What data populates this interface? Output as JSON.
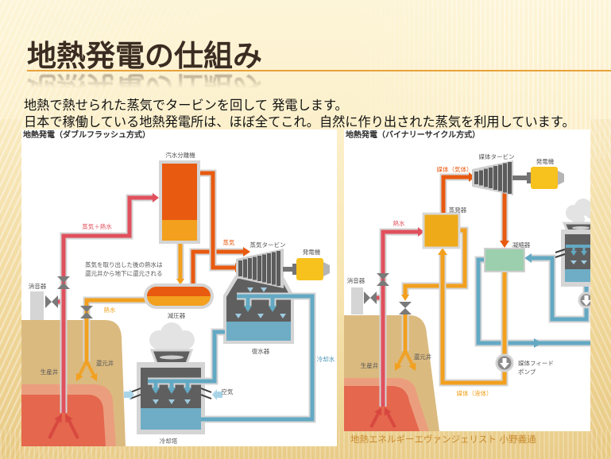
{
  "slide": {
    "title": "地熱発電の仕組み",
    "body_lines": [
      "地熱で熱せられた蒸気でタービンを回して 発電します。",
      "日本で稼働している地熱発電所は、ほぼ全てこれ。自然に作り出された蒸気を利用しています。"
    ],
    "caption": "地熱エネルギーエヴァンジェリスト 小野義通"
  },
  "colors": {
    "title_text": "#3b2c22",
    "title_underline": "#e9a23b",
    "caption_text": "#c98a2e",
    "body_text": "#111111",
    "hot_fluid": "#e1505d",
    "steam": "#e85a10",
    "hot_water": "#f2a01e",
    "cooling_water": "#63a9c3",
    "generator": "#f7c11e",
    "evaporator": "#eeaa18",
    "condenser_binary": "#9ccfae",
    "ground": "#dbba80",
    "magma_outer": "#eb9e7d",
    "magma_inner": "#e4674e",
    "equipment_dark": "#5f5f5f",
    "equipment_frame": "#d5d5d5"
  },
  "diagram_double_flash": {
    "title": "地熱発電（ダブルフラッシュ方式）",
    "labels": {
      "separator": "汽水分離機",
      "steam_water": "蒸気＋熱水",
      "steam": "蒸気",
      "steam_turbine": "蒸気タービン",
      "generator": "発電機",
      "note_line1": "蒸気を取り出した後の熱水は",
      "note_line2": "還元井から地下に還元される",
      "silencer": "消音器",
      "hot_water": "熱水",
      "flash_tank": "減圧器",
      "condenser": "復水器",
      "cooling_water": "冷却水",
      "air": "空気",
      "production_well": "生産井",
      "reinjection_well": "還元井",
      "cooling_tower": "冷却塔"
    }
  },
  "diagram_binary": {
    "title": "地熱発電（バイナリーサイクル方式）",
    "labels": {
      "medium_turbine": "媒体タービン",
      "medium_gas": "媒体（気体）",
      "generator": "発電機",
      "evaporator": "蒸発器",
      "hot_water": "熱水",
      "condenser": "凝縮器",
      "silencer": "消音器",
      "production_well": "生産井",
      "reinjection_well": "還元井",
      "feed_pump_line1": "媒体フィード",
      "feed_pump_line2": "ポンプ",
      "medium_liquid": "媒体（液体）"
    }
  }
}
